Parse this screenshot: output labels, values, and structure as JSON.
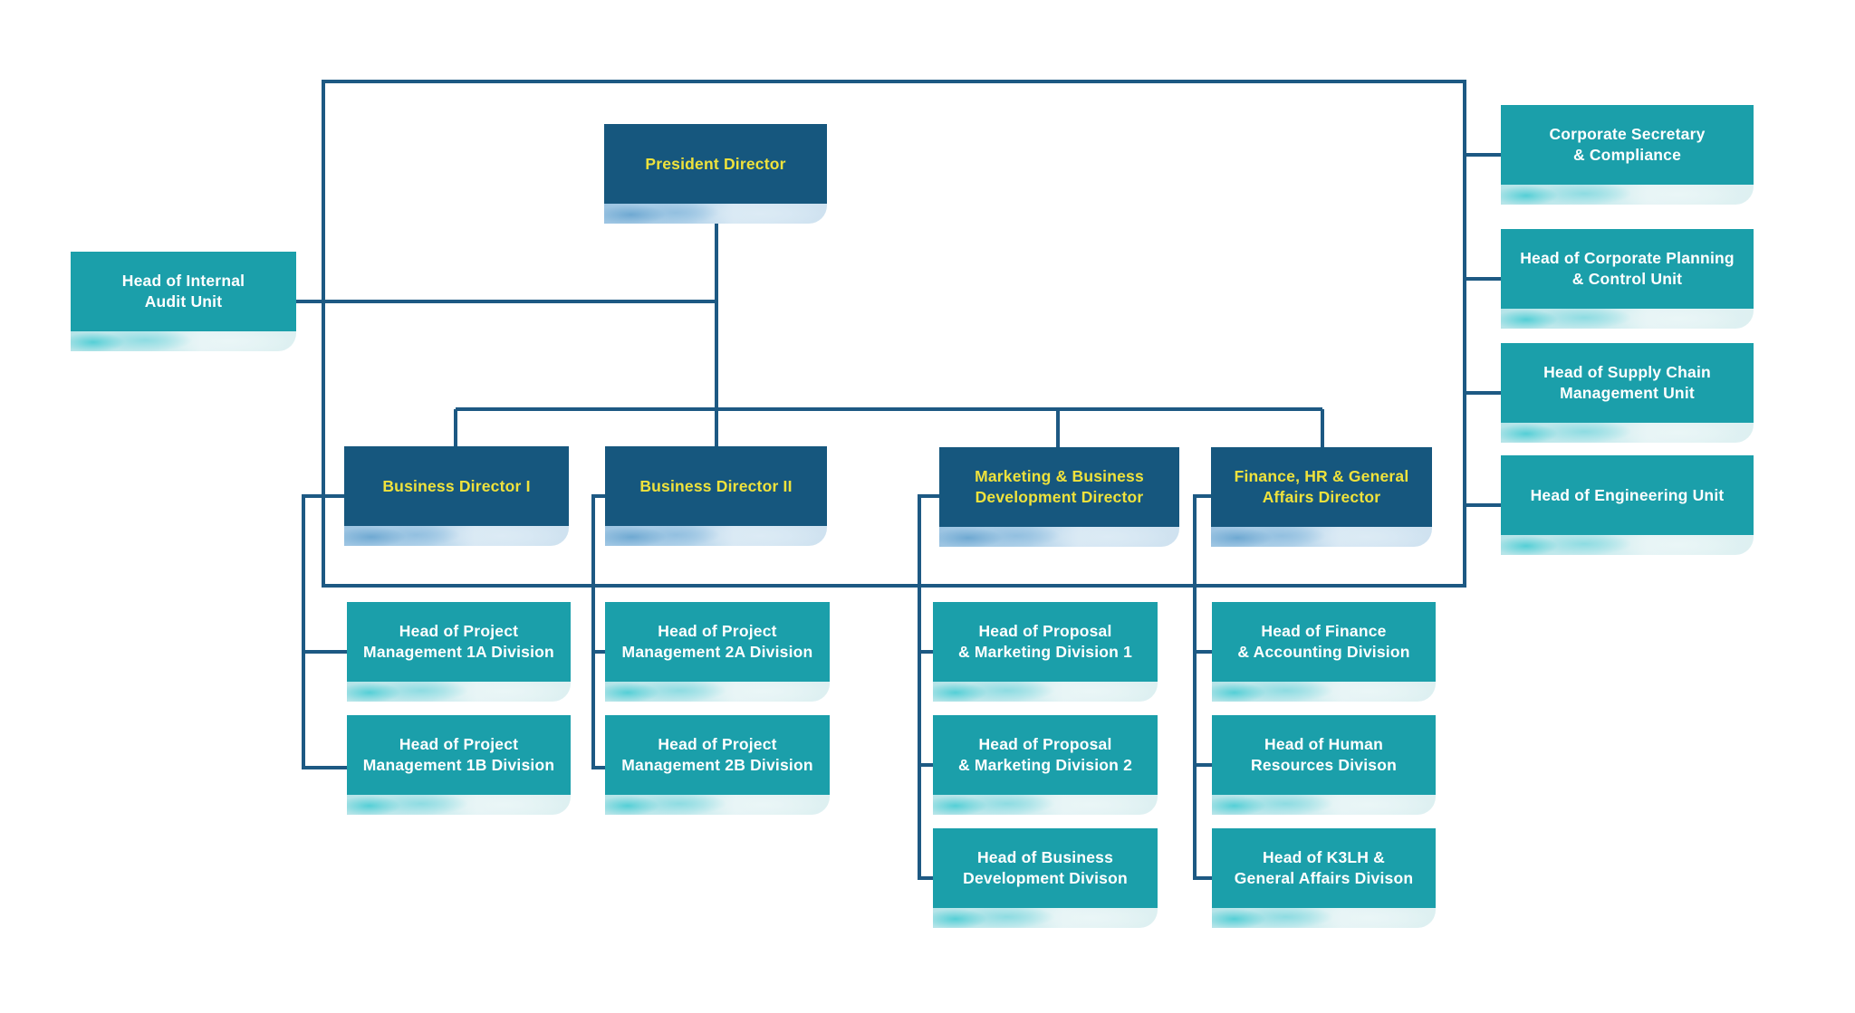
{
  "diagram": {
    "type": "org-chart",
    "colors": {
      "navy": "#16577E",
      "teal": "#1B9FAA",
      "yellow_text": "#EFE23C",
      "white_text": "#FFFFFF",
      "connector": "#1D5983"
    },
    "nodes": {
      "president": {
        "label": "President Director",
        "box_style": "navy"
      },
      "internal_audit": {
        "label": "Head of Internal\nAudit Unit",
        "box_style": "teal"
      },
      "business_director_1": {
        "label": "Business Director I",
        "box_style": "navy"
      },
      "business_director_2": {
        "label": "Business Director II",
        "box_style": "navy"
      },
      "marketing_business_dev_director": {
        "label": "Marketing & Business\nDevelopment Director",
        "box_style": "navy"
      },
      "finance_hr_ga_director": {
        "label": "Finance, HR & General\nAffairs Director",
        "box_style": "navy"
      },
      "corporate_secretary": {
        "label": "Corporate Secretary\n& Compliance",
        "box_style": "teal"
      },
      "corporate_planning": {
        "label": "Head of Corporate Planning\n& Control Unit",
        "box_style": "teal"
      },
      "supply_chain": {
        "label": "Head of Supply Chain\nManagement Unit",
        "box_style": "teal"
      },
      "engineering": {
        "label": "Head of Engineering Unit",
        "box_style": "teal"
      },
      "pm_1a": {
        "label": "Head of Project\nManagement 1A Division",
        "box_style": "teal"
      },
      "pm_1b": {
        "label": "Head of Project\nManagement 1B Division",
        "box_style": "teal"
      },
      "pm_2a": {
        "label": "Head of Project\nManagement 2A Division",
        "box_style": "teal"
      },
      "pm_2b": {
        "label": "Head of Project\nManagement 2B Division",
        "box_style": "teal"
      },
      "proposal_marketing_1": {
        "label": "Head of Proposal\n& Marketing Division 1",
        "box_style": "teal"
      },
      "proposal_marketing_2": {
        "label": "Head of Proposal\n& Marketing Division 2",
        "box_style": "teal"
      },
      "business_development": {
        "label": "Head of Business\nDevelopment Divison",
        "box_style": "teal"
      },
      "finance_accounting": {
        "label": "Head of Finance\n& Accounting Division",
        "box_style": "teal"
      },
      "human_resources": {
        "label": "Head of Human\nResources Divison",
        "box_style": "teal"
      },
      "k3lh_general_affairs": {
        "label": "Head of K3LH &\nGeneral Affairs Divison",
        "box_style": "teal"
      }
    }
  }
}
